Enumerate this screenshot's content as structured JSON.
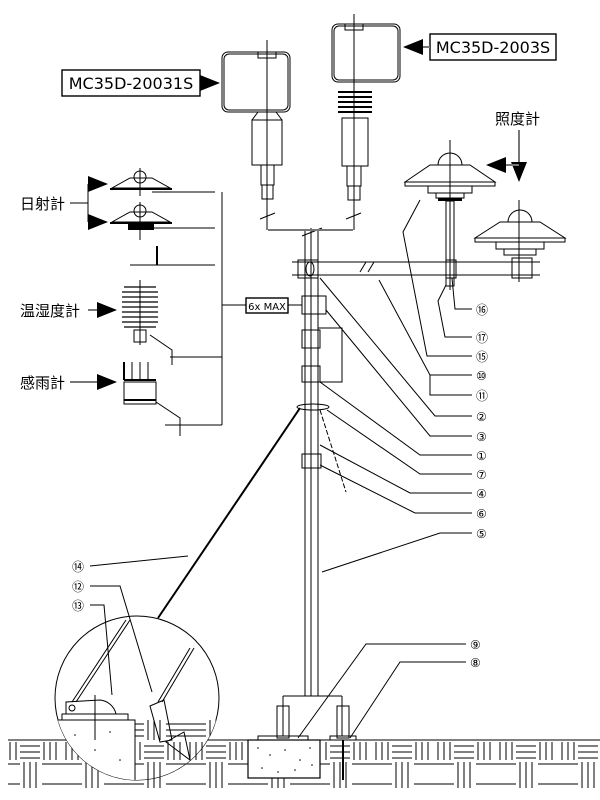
{
  "diagram": {
    "title": "Weather station mast assembly",
    "model_labels": {
      "left": "MC35D-20031S",
      "right": "MC35D-2003S"
    },
    "sensor_labels": {
      "pyranometer": "日射計",
      "thermo_hygrometer": "温湿度計",
      "rain_sensor": "感雨計",
      "illuminance_meter": "照度計"
    },
    "cable_junction_label": "6x MAX",
    "callouts_right": [
      "⑯",
      "⑰",
      "⑮",
      "⑩",
      "⑪",
      "②",
      "③",
      "①",
      "⑦",
      "④",
      "⑥",
      "⑤"
    ],
    "callouts_bottom_right": [
      "⑨",
      "⑧"
    ],
    "callouts_left": [
      "⑭",
      "⑫",
      "⑬"
    ]
  }
}
